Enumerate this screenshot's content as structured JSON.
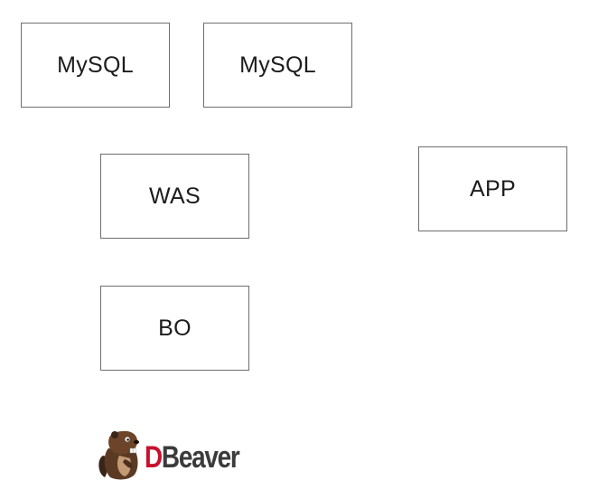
{
  "diagram": {
    "nodes": [
      {
        "id": "mysql-1",
        "label": "MySQL"
      },
      {
        "id": "mysql-2",
        "label": "MySQL"
      },
      {
        "id": "was",
        "label": "WAS"
      },
      {
        "id": "app",
        "label": "APP"
      },
      {
        "id": "bo",
        "label": "BO"
      }
    ]
  },
  "logo": {
    "name": "DBeaver",
    "first_letter": "D",
    "rest": "Beaver",
    "icon": "beaver-icon",
    "colors": {
      "accent": "#c8102e",
      "text": "#3b3b3b"
    }
  }
}
